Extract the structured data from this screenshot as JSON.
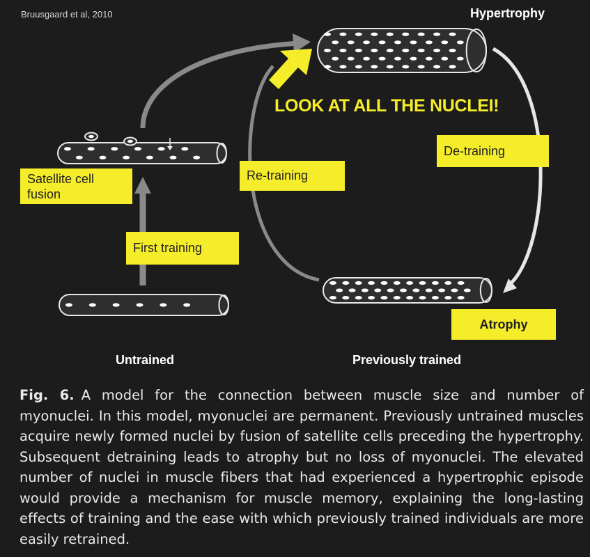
{
  "citation": "Bruusgaard et al, 2010",
  "states": {
    "hypertrophy": "Hypertrophy",
    "untrained": "Untrained",
    "previously_trained": "Previously trained"
  },
  "boxes": {
    "satellite_line1": "Satellite cell",
    "satellite_line2": "fusion",
    "first_training": "First training",
    "retraining": "Re-training",
    "detraining": "De-training",
    "atrophy": "Atrophy"
  },
  "callout": "LOOK AT ALL THE NUCLEI!",
  "caption": {
    "fig_label": "Fig. 6.",
    "text": "A model for the connection between muscle size and number of myonuclei. In this model, myonuclei are permanent. Previously untrained muscles acquire newly formed nuclei by fusion of satellite cells preceding the hypertrophy. Subsequent detraining leads to atrophy but no loss of myonuclei. The elevated number of nuclei in muscle fibers that had experienced a hypertrophic episode would provide a mechanism for muscle memory, explaining the long-lasting effects of training and the ease with which previously trained individuals are more easily retrained."
  },
  "colors": {
    "background": "#1c1c1c",
    "label_box": "#f5ed2a",
    "callout": "#f5ed2a",
    "arrow_gray": "#8a8a8a",
    "arrow_light": "#e6e6e6",
    "fiber_fill": "#2e2e2e",
    "fiber_stroke": "#e8e8e8"
  }
}
